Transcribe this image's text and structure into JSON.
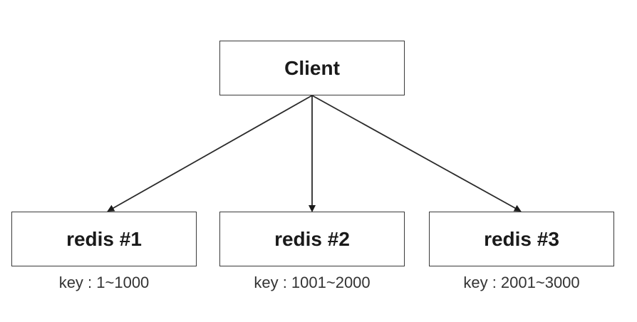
{
  "client": {
    "label": "Client"
  },
  "nodes": [
    {
      "label": "redis #1",
      "key_range": "key : 1~1000"
    },
    {
      "label": "redis #2",
      "key_range": "key : 1001~2000"
    },
    {
      "label": "redis #3",
      "key_range": "key : 2001~3000"
    }
  ],
  "colors": {
    "stroke": "#3a3a3a",
    "text": "#1a1a1a",
    "background": "#ffffff"
  }
}
